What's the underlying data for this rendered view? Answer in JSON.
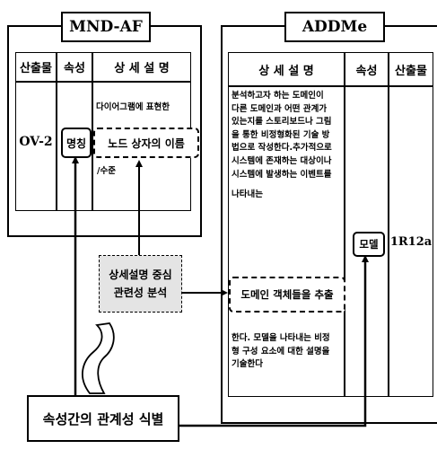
{
  "left_panel": {
    "title": "MND-AF",
    "headers": [
      "산출물",
      "속성",
      "상 세 설 명"
    ],
    "row": {
      "product": "OV-2",
      "attribute": "명칭",
      "desc_top": "다이어그램에 표현한",
      "desc_highlight": "노드 상자의 이름",
      "desc_bottom": "/수준"
    }
  },
  "right_panel": {
    "title": "ADDMe",
    "headers": [
      "상 세 설 명",
      "속성",
      "산출물"
    ],
    "description_lines": [
      "분석하고자 하는 도메인이",
      "다른 도메인과 어떤 관계가",
      "있는지를 스토리보드나 그림",
      "을 통한 비정형화된 기술 방",
      "법으로 작성한다.추가적으로",
      "시스템에 존재하는 대상이나",
      "시스템에 발생하는 이벤트를",
      "나타내는"
    ],
    "highlight": "도메인 객체들을 추출",
    "description_tail": [
      "한다. 모델을 나타내는 비정",
      "형 구성 요소에 대한 설명을",
      "기술한다"
    ],
    "attribute": "모델",
    "product": "1R12a"
  },
  "middle_box": {
    "lines": [
      "상세설명 중심",
      "관련성 분석"
    ]
  },
  "bottom_box": {
    "label": "속성간의 관계성 식별"
  },
  "colors": {
    "line": "#000000",
    "shaded_fill": "#e4e4e4"
  }
}
